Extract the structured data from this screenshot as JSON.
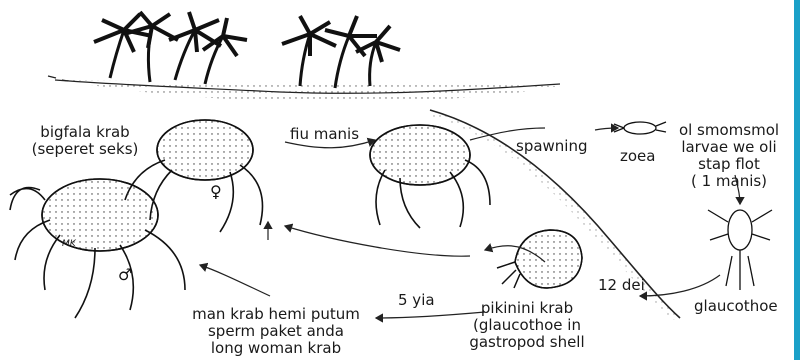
{
  "labels": {
    "adult_crab": [
      "bigfala krab",
      "(seperet seks)"
    ],
    "five_months": "fiu manis",
    "spawning": "spawning",
    "zoea": "zoea",
    "larvae": [
      "ol smomsmol",
      "larvae we oli",
      "stap flot",
      "( 1 manis)"
    ],
    "glaucothoe": "glaucothoe",
    "twelve_days": "12 dei",
    "juvenile": [
      "pikinini krab",
      "(glaucothoe in",
      "gastropod shell"
    ],
    "five_years": "5 yia",
    "male_transfer": [
      "man krab hemi putum",
      "sperm paket anda",
      "long woman krab"
    ],
    "signature": "MK"
  },
  "colors": {
    "ink": "#1a1a1a",
    "accent_bar": "#1aa0c8"
  }
}
